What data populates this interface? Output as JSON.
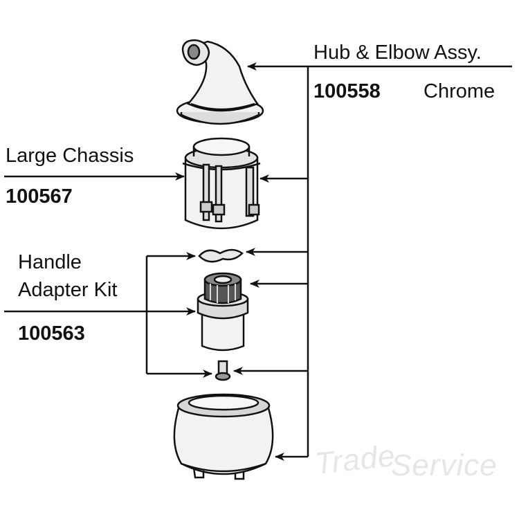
{
  "labels": {
    "hub_elbow_name": "Hub & Elbow Assy.",
    "hub_elbow_part": "100558",
    "hub_elbow_finish": "Chrome",
    "large_chassis_name": "Large Chassis",
    "large_chassis_part": "100567",
    "handle_adapter_line1": "Handle",
    "handle_adapter_line2": "Adapter Kit",
    "handle_adapter_part": "100563"
  },
  "watermark": {
    "word1": "Trade",
    "word2": "Service"
  },
  "colors": {
    "line": "#111111",
    "part_fill": "#f2f2f2",
    "part_shade": "#cfcfcf",
    "watermark": "#e6e6e6"
  }
}
